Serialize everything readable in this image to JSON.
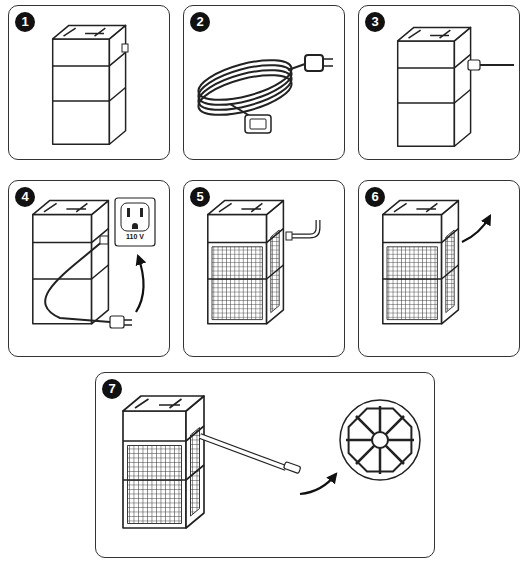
{
  "diagram": {
    "nodes": [
      {
        "text": [
          "1"
        ]
      },
      {
        "text": [
          "2"
        ]
      },
      {
        "text": [
          "3"
        ]
      },
      {
        "text": [
          "4"
        ]
      },
      {
        "text": [
          "5"
        ]
      },
      {
        "text": [
          "6"
        ]
      },
      {
        "text": [
          "7"
        ]
      }
    ],
    "labels": [
      "110 V"
    ]
  }
}
